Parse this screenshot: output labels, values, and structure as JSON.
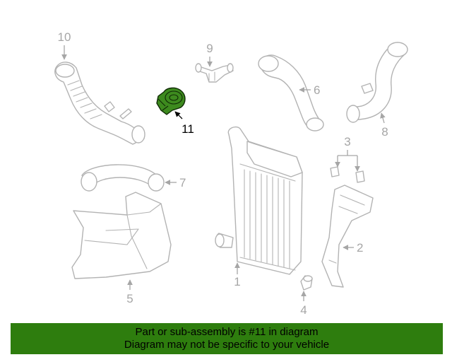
{
  "diagram": {
    "callouts": [
      "1",
      "2",
      "3",
      "4",
      "5",
      "6",
      "7",
      "8",
      "9",
      "10",
      "11"
    ],
    "highlighted_part": "11",
    "highlight_color": "#3d8a1e"
  },
  "footer": {
    "line1": "Part or sub-assembly is #11 in diagram",
    "line2": "Diagram may not be specific to your vehicle",
    "background": "#2e7d0e"
  }
}
